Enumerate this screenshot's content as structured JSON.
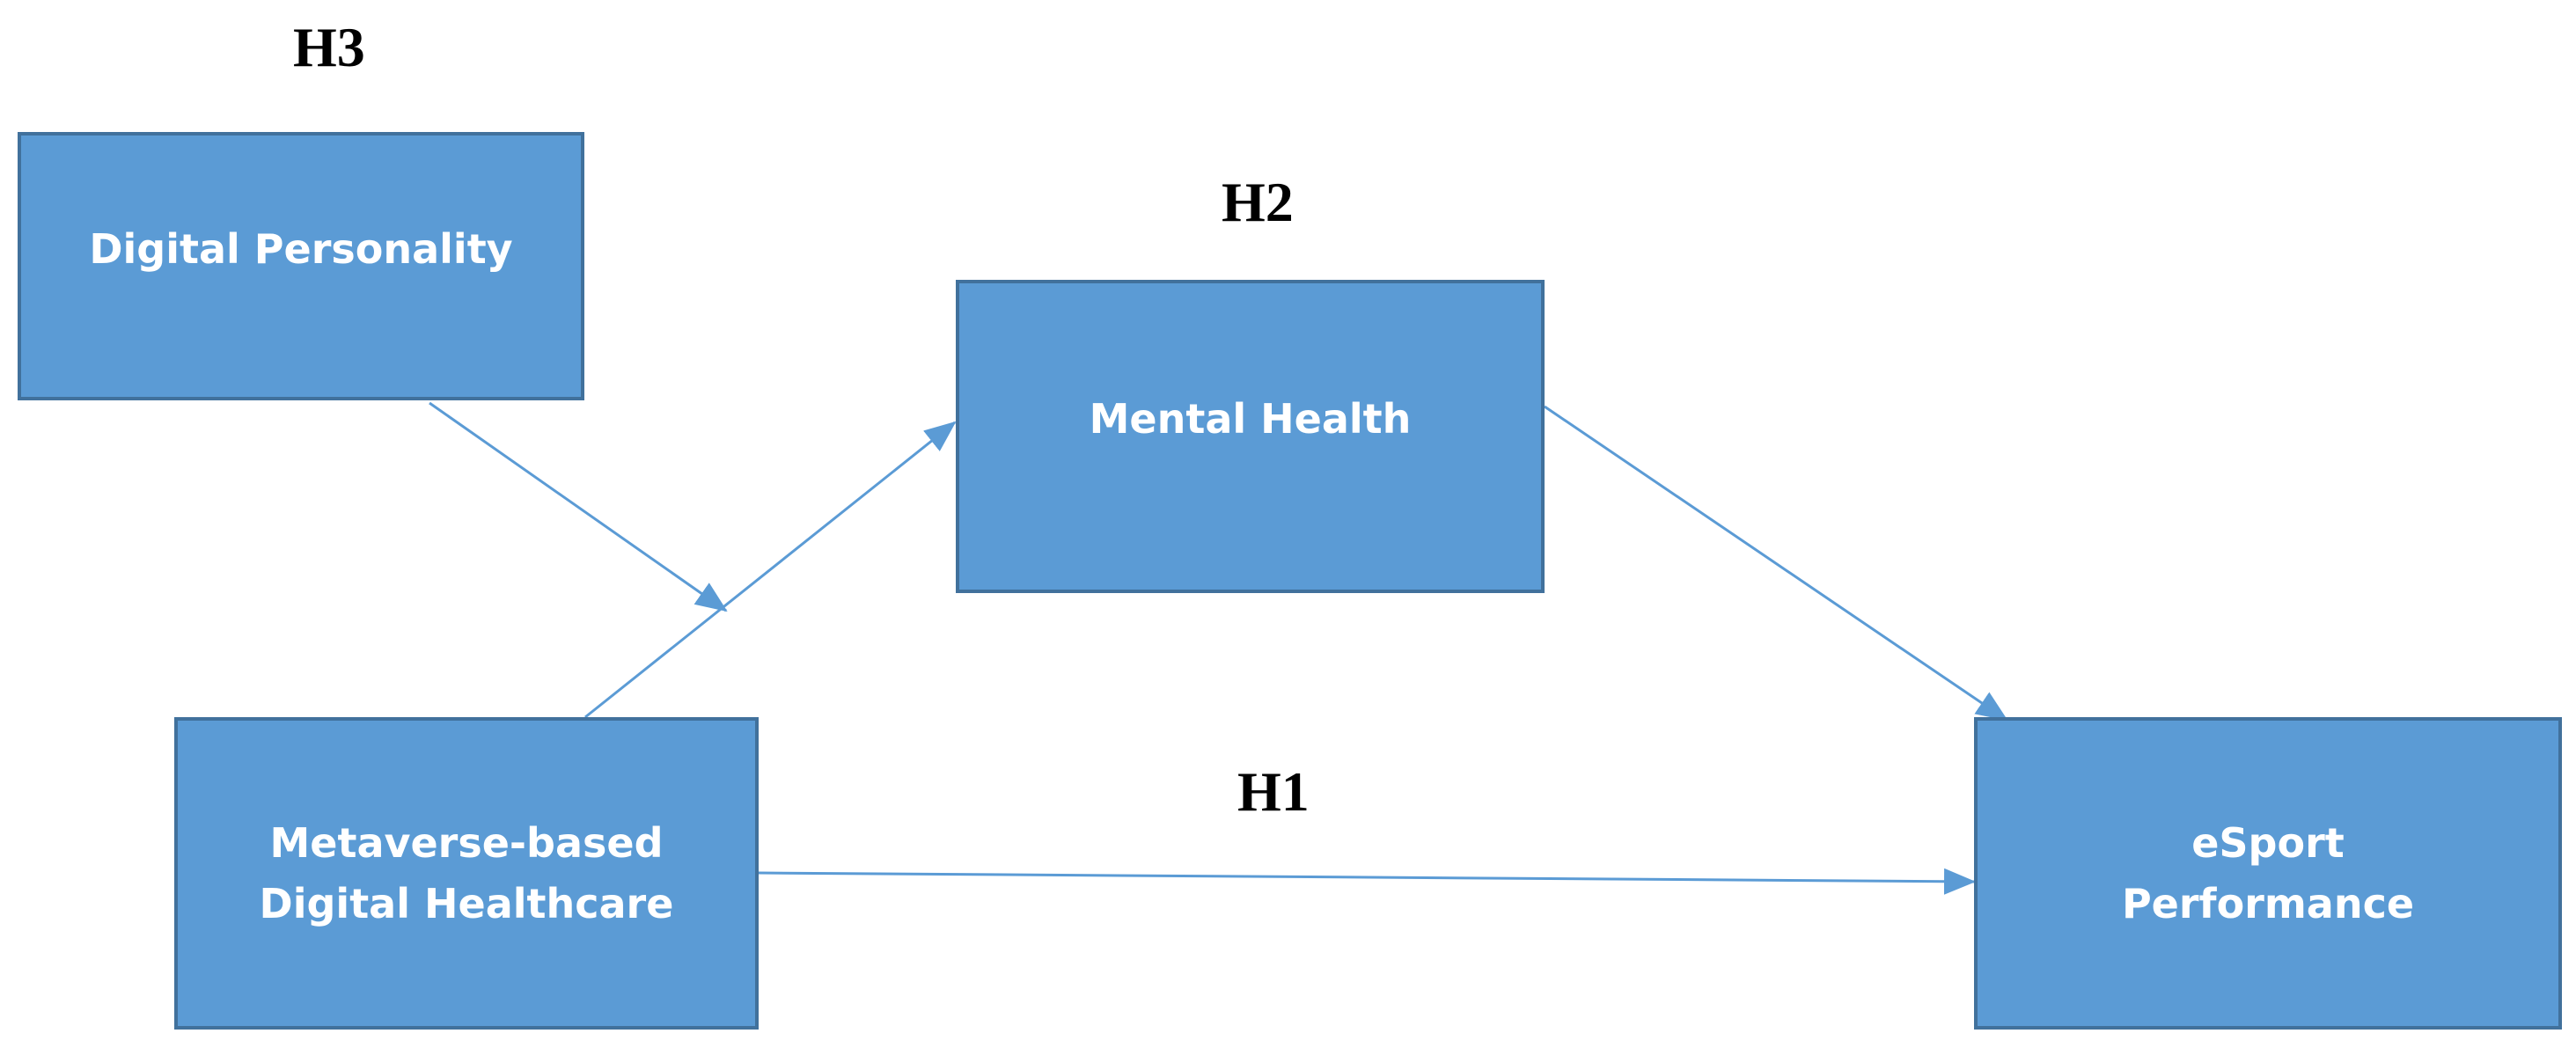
{
  "hypotheses": {
    "h1": "H1",
    "h2": "H2",
    "h3": "H3"
  },
  "nodes": {
    "digital_personality": {
      "line1": "Digital Personality"
    },
    "mental_health": {
      "line1": "Mental Health"
    },
    "metaverse_healthcare": {
      "line1": "Metaverse-based",
      "line2": "Digital Healthcare"
    },
    "esport_performance": {
      "line1": "eSport",
      "line2": "Performance"
    }
  },
  "colors": {
    "box_fill": "#5b9bd5",
    "box_border": "#41719c",
    "arrow": "#5b9bd5",
    "text": "#ffffff"
  }
}
